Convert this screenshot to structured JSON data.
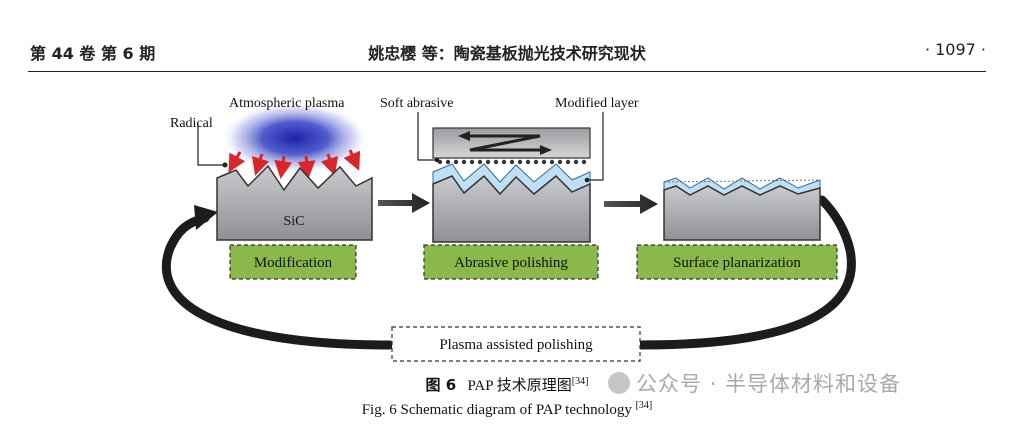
{
  "header": {
    "left": "第 44 卷 第 6 期",
    "center": "姚忠樱 等：陶瓷基板抛光技术研究现状",
    "right": "· 1097 ·"
  },
  "figure": {
    "labels": {
      "atmospheric_plasma": "Atmospheric plasma",
      "radical": "Radical",
      "soft_abrasive": "Soft abrasive",
      "modified_layer": "Modified layer",
      "sic": "SiC"
    },
    "boxes": {
      "modification": "Modification",
      "abrasive_polishing": "Abrasive polishing",
      "surface_planarization": "Surface planarization",
      "plasma_assisted": "Plasma assisted polishing"
    },
    "colors": {
      "green_box": "#8ab84a",
      "plasma_blue": "#2a35b8",
      "radical_red": "#d8262a",
      "modified_layer": "#bfe0f4",
      "block_gray": "#a7a9ac"
    }
  },
  "caption": {
    "cn_num": "图 6",
    "cn_text": "PAP 技术原理图",
    "cn_ref": "[34]",
    "en_text": "Fig. 6 Schematic diagram of PAP technology",
    "en_ref": "[34]"
  },
  "watermark": {
    "text": "公众号 · 半导体材料和设备"
  }
}
